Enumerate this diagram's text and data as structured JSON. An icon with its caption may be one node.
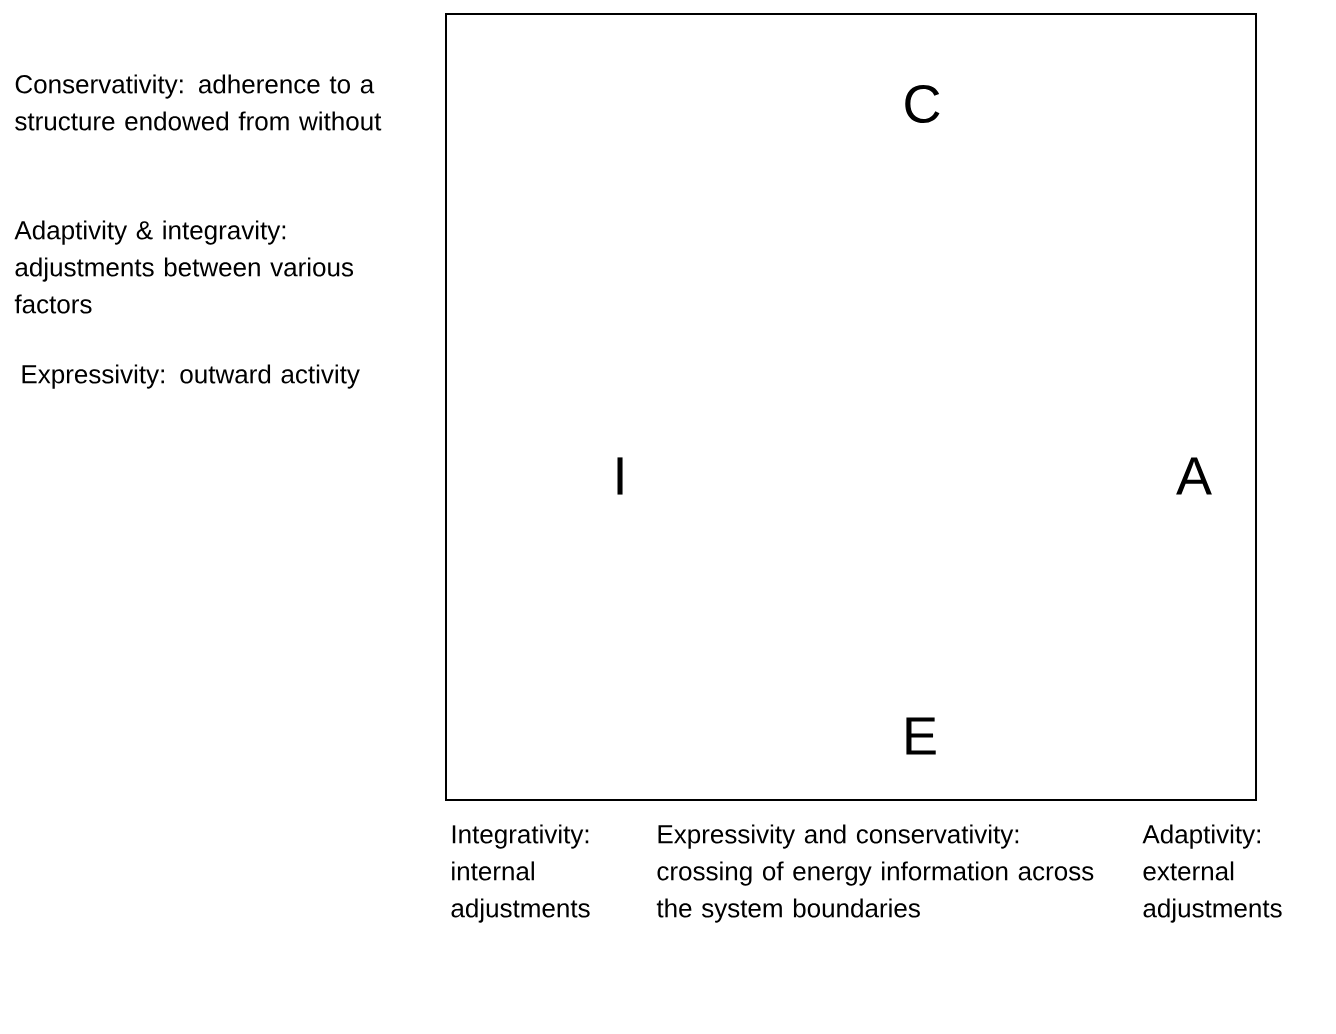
{
  "diagram": {
    "nodes": [
      {
        "text": [
          "C",
          "I",
          "A",
          "E"
        ]
      }
    ],
    "labels": [
      "Conservativity: adherence to a structure endowed from without",
      "Adaptivity & integravity: adjustments between various factors",
      "Expressivity: outward activity",
      "Integrativity: internal adjustments",
      "Expressivity and conservativity: crossing of energy information across the system boundaries",
      "Adaptivity: external adjustments"
    ]
  }
}
